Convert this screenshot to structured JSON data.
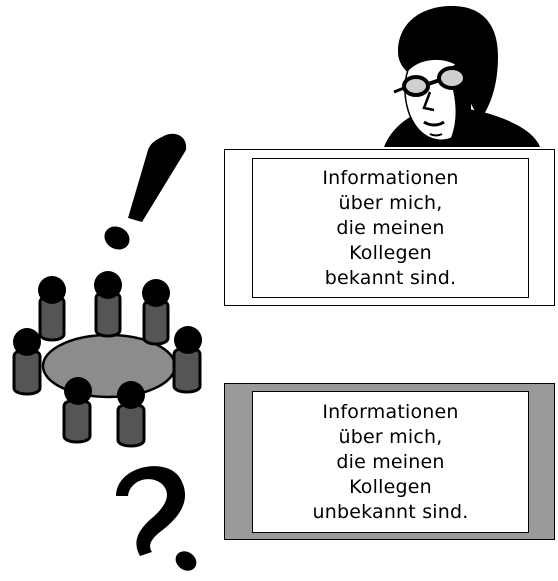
{
  "known_box": {
    "lines": [
      "Informationen",
      "über mich,",
      "die meinen",
      "Kollegen",
      "bekannt sind."
    ]
  },
  "unknown_box": {
    "lines": [
      "Informationen",
      "über mich,",
      "die meinen",
      "Kollegen",
      "unbekannt sind."
    ]
  },
  "colors": {
    "ink": "#000000",
    "table_gray": "#8c8c8c",
    "box_gray": "#9a9a9a",
    "person_gray": "#555555"
  }
}
